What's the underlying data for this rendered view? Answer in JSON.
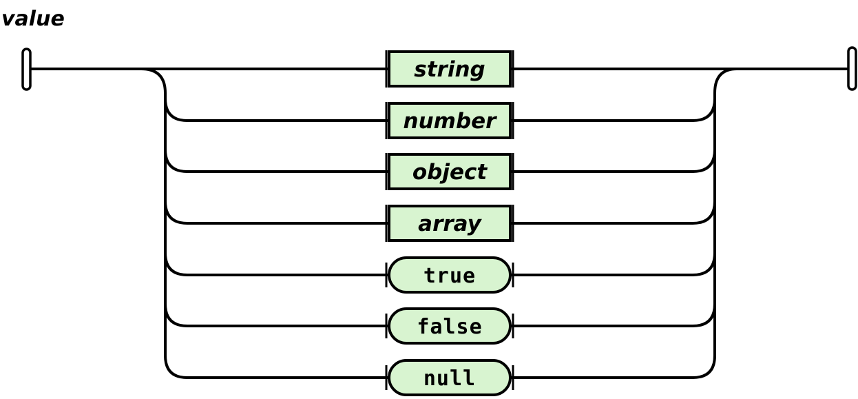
{
  "title": "value",
  "colors": {
    "node_fill": "#d8f4d0",
    "line": "#000000",
    "background": "#ffffff",
    "text": "#000000"
  },
  "diagram": {
    "type": "railroad",
    "rule_name": "value",
    "nodes": [
      {
        "label": "string",
        "kind": "nonterminal",
        "shape": "rectangle"
      },
      {
        "label": "number",
        "kind": "nonterminal",
        "shape": "rectangle"
      },
      {
        "label": "object",
        "kind": "nonterminal",
        "shape": "rectangle"
      },
      {
        "label": "array",
        "kind": "nonterminal",
        "shape": "rectangle"
      },
      {
        "label": "true",
        "kind": "terminal",
        "shape": "pill"
      },
      {
        "label": "false",
        "kind": "terminal",
        "shape": "pill"
      },
      {
        "label": "null",
        "kind": "terminal",
        "shape": "pill"
      }
    ]
  }
}
